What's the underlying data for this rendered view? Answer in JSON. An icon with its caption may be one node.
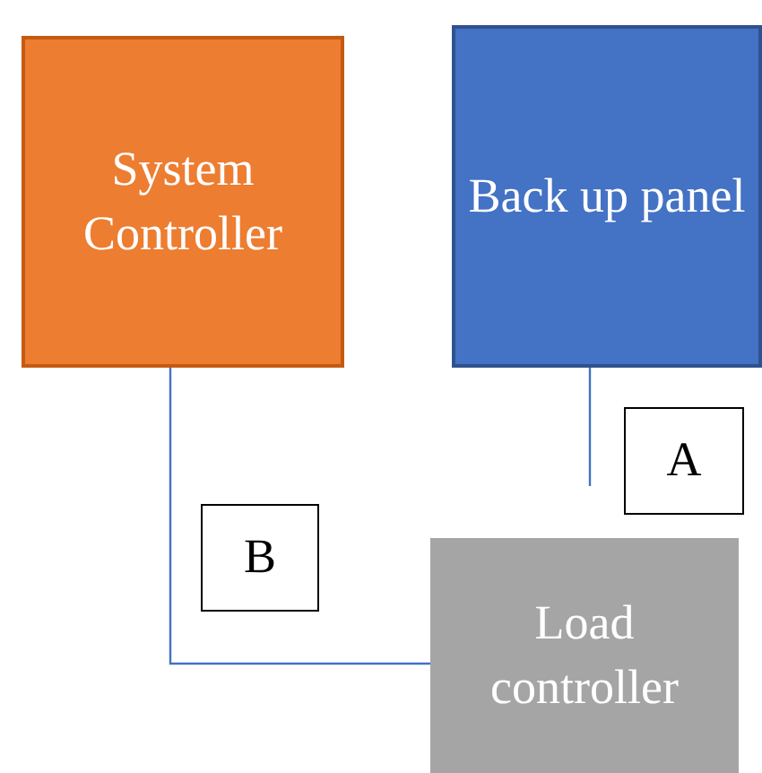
{
  "diagram": {
    "nodes": [
      {
        "text": [
          "System Controller"
        ]
      },
      {
        "text": [
          "Back up panel"
        ]
      },
      {
        "text": [
          "A"
        ]
      },
      {
        "text": [
          "B"
        ]
      },
      {
        "text": [
          "Load controller"
        ]
      }
    ],
    "edges": [
      {
        "from": 0,
        "to": 4,
        "arrow": "none"
      },
      {
        "from": 1,
        "to": null,
        "arrow": "none"
      }
    ]
  }
}
